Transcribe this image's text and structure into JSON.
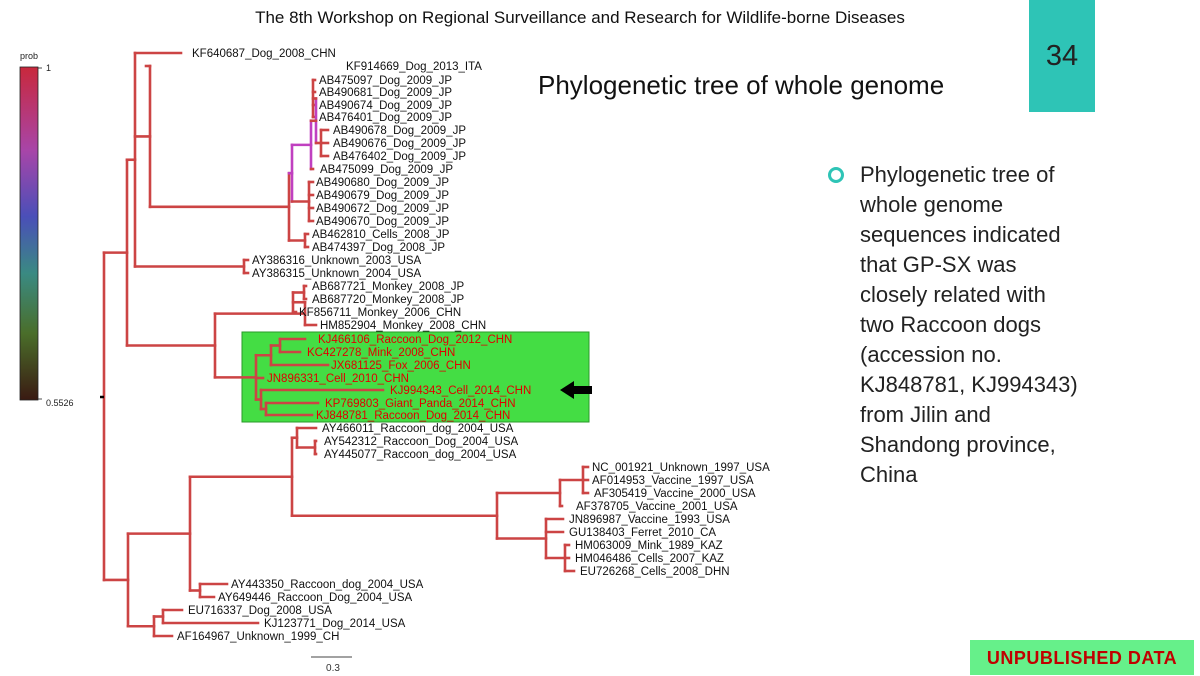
{
  "header": {
    "workshop": "The 8th Workshop on Regional Surveillance and Research for Wildlife-borne Diseases",
    "page_number": "34",
    "title": "Phylogenetic tree of whole genome"
  },
  "bullet": {
    "lines": [
      "Phylogenetic tree of",
      "whole genome",
      "sequences indicated",
      "that GP-SX was",
      "closely related with",
      "two Raccoon dogs",
      "(accession no.",
      "KJ848781, KJ994343)",
      "from Jilin and",
      "Shandong province,",
      "China"
    ]
  },
  "stamp": "UNPUBLISHED DATA",
  "colorbar": {
    "title": "prob",
    "max_label": "1",
    "min_label": "0.5526",
    "colors": [
      "#c8283c",
      "#a845a8",
      "#4a4fb8",
      "#3a8a82",
      "#4a6e2a",
      "#3a1a12"
    ]
  },
  "scale_bar": {
    "label": "0.3"
  },
  "tree": {
    "branch_color": "#cc4444",
    "support_color": "#c040c0",
    "highlight_fill": "#44dd44",
    "arrow_color": "#000000",
    "leaves": [
      "KF640687_Dog_2008_CHN",
      "KF914669_Dog_2013_ITA",
      "AB475097_Dog_2009_JP",
      "AB490681_Dog_2009_JP",
      "AB490674_Dog_2009_JP",
      "AB476401_Dog_2009_JP",
      "AB490678_Dog_2009_JP",
      "AB490676_Dog_2009_JP",
      "AB476402_Dog_2009_JP",
      "AB475099_Dog_2009_JP",
      "AB490680_Dog_2009_JP",
      "AB490679_Dog_2009_JP",
      "AB490672_Dog_2009_JP",
      "AB490670_Dog_2009_JP",
      "AB462810_Cells_2008_JP",
      "AB474397_Dog_2008_JP",
      "AY386316_Unknown_2003_USA",
      "AY386315_Unknown_2004_USA",
      "AB687721_Monkey_2008_JP",
      "AB687720_Monkey_2008_JP",
      "KF856711_Monkey_2006_CHN",
      "HM852904_Monkey_2008_CHN",
      "KJ466106_Raccoon_Dog_2012_CHN",
      "KC427278_Mink_2008_CHN",
      "JX681125_Fox_2006_CHN",
      "JN896331_Cell_2010_CHN",
      "KJ994343_Cell_2014_CHN",
      "KP769803_Giant_Panda_2014_CHN",
      "KJ848781_Raccoon_Dog_2014_CHN",
      "AY466011_Raccoon_dog_2004_USA",
      "AY542312_Raccoon_Dog_2004_USA",
      "AY445077_Raccoon_dog_2004_USA",
      "NC_001921_Unknown_1997_USA",
      "AF014953_Vaccine_1997_USA",
      "AF305419_Vaccine_2000_USA",
      "AF378705_Vaccine_2001_USA",
      "JN896987_Vaccine_1993_USA",
      "GU138403_Ferret_2010_CA",
      "HM063009_Mink_1989_KAZ",
      "HM046486_Cells_2007_KAZ",
      "EU726268_Cells_2008_DHN",
      "AY443350_Raccoon_dog_2004_USA",
      "AY649446_Raccoon_Dog_2004_USA",
      "EU716337_Dog_2008_USA",
      "KJ123771_Dog_2014_USA",
      "AF164967_Unknown_1999_CH"
    ]
  }
}
